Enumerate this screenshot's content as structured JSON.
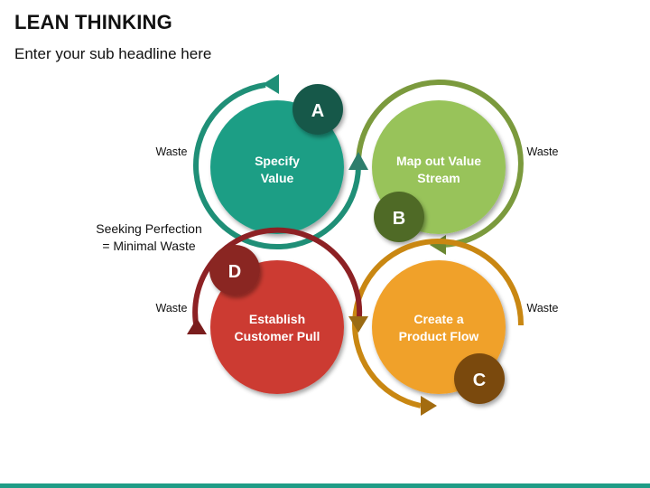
{
  "header": {
    "title": "LEAN THINKING",
    "subtitle": "Enter your sub headline here"
  },
  "center_note": [
    "Seeking Perfection",
    "= Minimal Waste"
  ],
  "waste_label": "Waste",
  "steps": [
    {
      "letter": "A",
      "line1": "Specify",
      "line2": "Value",
      "color": "#1e9e85",
      "ring": "#1f8f77",
      "badge": "#16594a"
    },
    {
      "letter": "B",
      "line1": "Map out Value",
      "line2": "Stream",
      "color": "#98c35a",
      "ring": "#7b9a3d",
      "badge": "#4f6a26"
    },
    {
      "letter": "C",
      "line1": "Create a",
      "line2": "Product Flow",
      "color": "#f0a12a",
      "ring": "#c98712",
      "badge": "#7a4a0f"
    },
    {
      "letter": "D",
      "line1": "Establish",
      "line2": "Customer Pull",
      "color": "#cc3b32",
      "ring": "#8d2124",
      "badge": "#8a2723"
    }
  ],
  "colors": {
    "accent_bar": "#1f9c86"
  }
}
